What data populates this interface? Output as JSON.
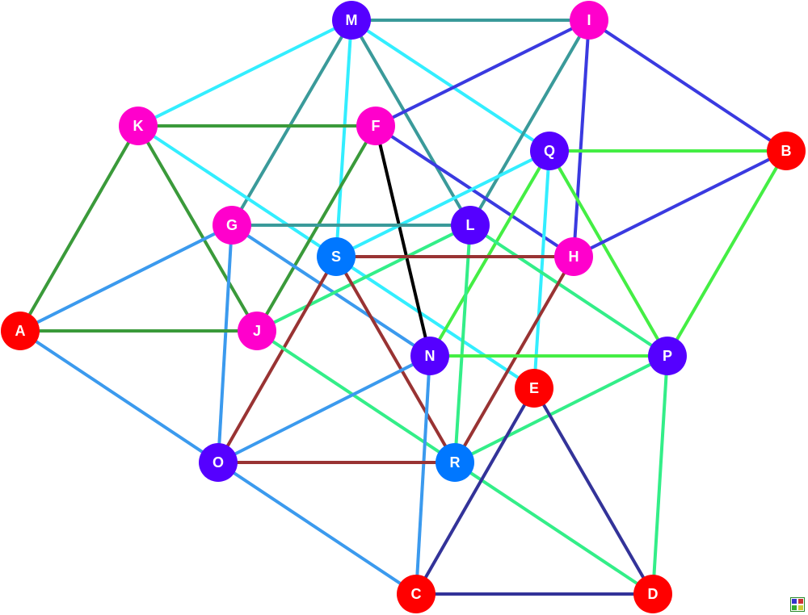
{
  "graph": {
    "node_colors": {
      "red": "#ff0000",
      "magenta": "#ff00cc",
      "purple": "#5500ff",
      "blue": "#0077ff"
    },
    "nodes": [
      {
        "id": "M",
        "color": "purple"
      },
      {
        "id": "I",
        "color": "magenta"
      },
      {
        "id": "K",
        "color": "magenta"
      },
      {
        "id": "F",
        "color": "magenta"
      },
      {
        "id": "Q",
        "color": "purple"
      },
      {
        "id": "B",
        "color": "red"
      },
      {
        "id": "G",
        "color": "magenta"
      },
      {
        "id": "L",
        "color": "purple"
      },
      {
        "id": "S",
        "color": "blue"
      },
      {
        "id": "H",
        "color": "magenta"
      },
      {
        "id": "A",
        "color": "red"
      },
      {
        "id": "J",
        "color": "magenta"
      },
      {
        "id": "N",
        "color": "purple"
      },
      {
        "id": "P",
        "color": "purple"
      },
      {
        "id": "E",
        "color": "red"
      },
      {
        "id": "O",
        "color": "purple"
      },
      {
        "id": "R",
        "color": "blue"
      },
      {
        "id": "C",
        "color": "red"
      },
      {
        "id": "D",
        "color": "red"
      }
    ],
    "edges": [
      {
        "from": "M",
        "to": "I",
        "color": "#3a9a9a"
      },
      {
        "from": "M",
        "to": "K",
        "color": "#33eeff"
      },
      {
        "from": "M",
        "to": "G",
        "color": "#3a9a9a"
      },
      {
        "from": "M",
        "to": "S",
        "color": "#33eeff"
      },
      {
        "from": "M",
        "to": "L",
        "color": "#3a9a9a"
      },
      {
        "from": "M",
        "to": "Q",
        "color": "#33eeff"
      },
      {
        "from": "I",
        "to": "F",
        "color": "#3a3ae0"
      },
      {
        "from": "I",
        "to": "B",
        "color": "#3a3ae0"
      },
      {
        "from": "I",
        "to": "H",
        "color": "#3a3ae0"
      },
      {
        "from": "I",
        "to": "L",
        "color": "#3a9a9a"
      },
      {
        "from": "K",
        "to": "F",
        "color": "#3a9a3a"
      },
      {
        "from": "K",
        "to": "A",
        "color": "#3a9a3a"
      },
      {
        "from": "K",
        "to": "J",
        "color": "#3a9a3a"
      },
      {
        "from": "K",
        "to": "E",
        "color": "#33eeff"
      },
      {
        "from": "F",
        "to": "J",
        "color": "#3a9a3a"
      },
      {
        "from": "F",
        "to": "N",
        "color": "#000000"
      },
      {
        "from": "F",
        "to": "H",
        "color": "#3a3ae0"
      },
      {
        "from": "Q",
        "to": "B",
        "color": "#44ee44"
      },
      {
        "from": "Q",
        "to": "S",
        "color": "#33eeff"
      },
      {
        "from": "Q",
        "to": "N",
        "color": "#44ee44"
      },
      {
        "from": "Q",
        "to": "P",
        "color": "#44ee44"
      },
      {
        "from": "Q",
        "to": "E",
        "color": "#33eeff"
      },
      {
        "from": "B",
        "to": "H",
        "color": "#3a3ae0"
      },
      {
        "from": "B",
        "to": "P",
        "color": "#44ee44"
      },
      {
        "from": "G",
        "to": "L",
        "color": "#3a9a9a"
      },
      {
        "from": "G",
        "to": "A",
        "color": "#3b9aee"
      },
      {
        "from": "G",
        "to": "O",
        "color": "#3b9aee"
      },
      {
        "from": "G",
        "to": "N",
        "color": "#3b9aee"
      },
      {
        "from": "L",
        "to": "J",
        "color": "#33ee88"
      },
      {
        "from": "L",
        "to": "R",
        "color": "#33ee88"
      },
      {
        "from": "L",
        "to": "P",
        "color": "#33ee88"
      },
      {
        "from": "S",
        "to": "H",
        "color": "#993333"
      },
      {
        "from": "S",
        "to": "O",
        "color": "#993333"
      },
      {
        "from": "S",
        "to": "R",
        "color": "#993333"
      },
      {
        "from": "H",
        "to": "R",
        "color": "#993333"
      },
      {
        "from": "A",
        "to": "J",
        "color": "#3a9a3a"
      },
      {
        "from": "A",
        "to": "O",
        "color": "#3b9aee"
      },
      {
        "from": "J",
        "to": "D",
        "color": "#33ee88"
      },
      {
        "from": "N",
        "to": "P",
        "color": "#44ee44"
      },
      {
        "from": "N",
        "to": "O",
        "color": "#3b9aee"
      },
      {
        "from": "N",
        "to": "C",
        "color": "#3b9aee"
      },
      {
        "from": "P",
        "to": "R",
        "color": "#33ee88"
      },
      {
        "from": "P",
        "to": "D",
        "color": "#33ee88"
      },
      {
        "from": "E",
        "to": "C",
        "color": "#333399"
      },
      {
        "from": "E",
        "to": "D",
        "color": "#333399"
      },
      {
        "from": "O",
        "to": "R",
        "color": "#993333"
      },
      {
        "from": "O",
        "to": "C",
        "color": "#3b9aee"
      },
      {
        "from": "C",
        "to": "D",
        "color": "#333399"
      }
    ]
  }
}
